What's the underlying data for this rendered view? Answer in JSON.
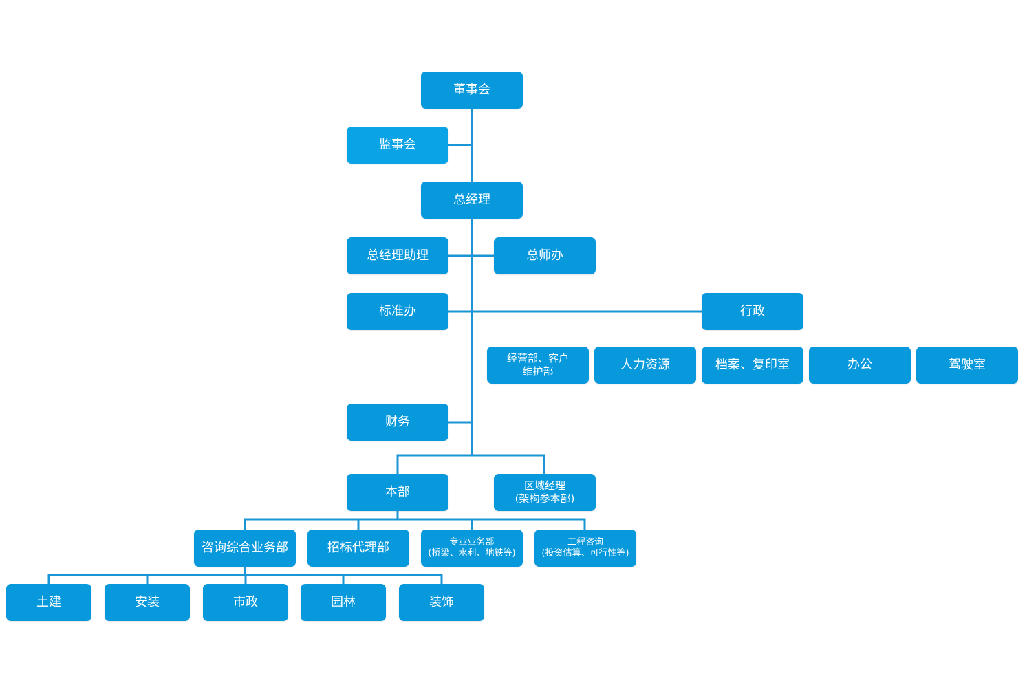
{
  "colors": {
    "node_fill": "#0799dc",
    "node_fill_light": "#0aa3e6",
    "line": "#1b96d4",
    "background": "#ffffff"
  },
  "nodes": {
    "board": "董事会",
    "supervisors": "监事会",
    "general_manager": "总经理",
    "gm_assistant": "总经理助理",
    "chief_engineer_office": "总师办",
    "standards_office": "标准办",
    "administration": "行政",
    "business_client": [
      "经营部、客户",
      "维护部"
    ],
    "human_resources": "人力资源",
    "archives_copy": "档案、复印室",
    "office": "办公",
    "drivers_room": "驾驶室",
    "finance": "财务",
    "headquarters": "本部",
    "regional_manager": [
      "区域经理",
      "(架构参本部)"
    ],
    "consulting_general": "咨询综合业务部",
    "bidding_agency": "招标代理部",
    "specialty_business": [
      "专业业务部",
      "(桥梁、水利、地铁等)"
    ],
    "engineering_consulting": [
      "工程咨询",
      "(投资估算、可行性等)"
    ],
    "civil": "土建",
    "installation": "安装",
    "municipal": "市政",
    "landscape": "园林",
    "decoration": "装饰"
  }
}
